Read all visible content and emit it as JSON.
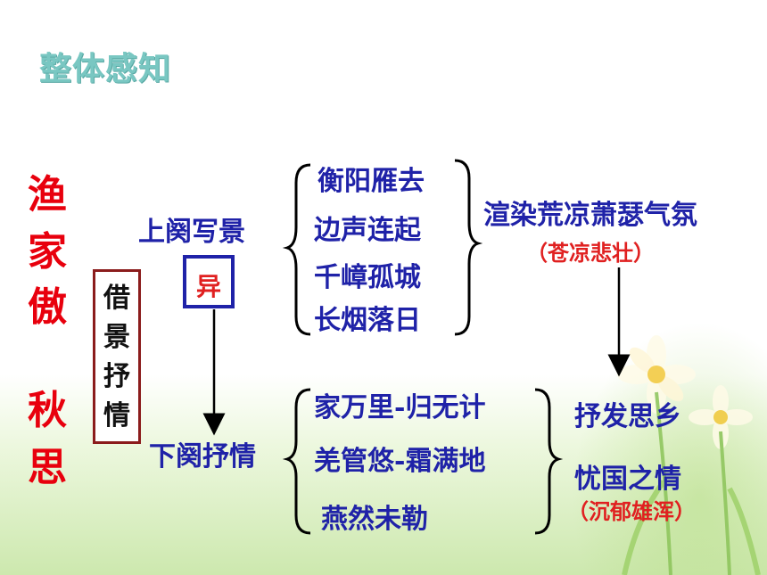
{
  "header": {
    "title": "整体感知"
  },
  "poem_title": [
    "渔",
    "家",
    "傲",
    "秋",
    "思"
  ],
  "method": [
    "借",
    "景",
    "抒",
    "情"
  ],
  "upper": {
    "label": "上阕写景",
    "key": "异",
    "scenes": [
      "衡阳雁去",
      "边声连起",
      "千嶂孤城",
      "长烟落日"
    ],
    "mood": "渲染荒凉萧瑟气氛",
    "tone": "（苍凉悲壮）"
  },
  "lower": {
    "label": "下阕抒情",
    "lines": [
      "家万里-归无计",
      "羌管悠-霜满地",
      "燕然未勒"
    ],
    "feeling1": "抒发思乡",
    "feeling2": "忧国之情",
    "tone": "（沉郁雄浑）"
  },
  "colors": {
    "blue": "#1f22a8",
    "red": "#e02020",
    "title_red": "#e8000d",
    "header_teal": "#79c7c2"
  }
}
